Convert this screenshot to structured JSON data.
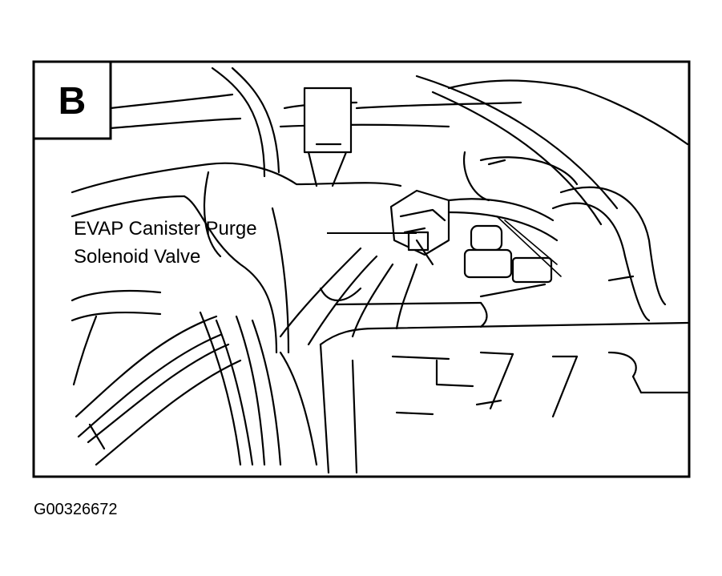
{
  "panel": {
    "label": "B"
  },
  "callout": {
    "line1": "EVAP Canister Purge",
    "line2": "Solenoid Valve"
  },
  "figure": {
    "id": "G00326672"
  },
  "colors": {
    "ink": "#000000",
    "paper": "#ffffff"
  }
}
